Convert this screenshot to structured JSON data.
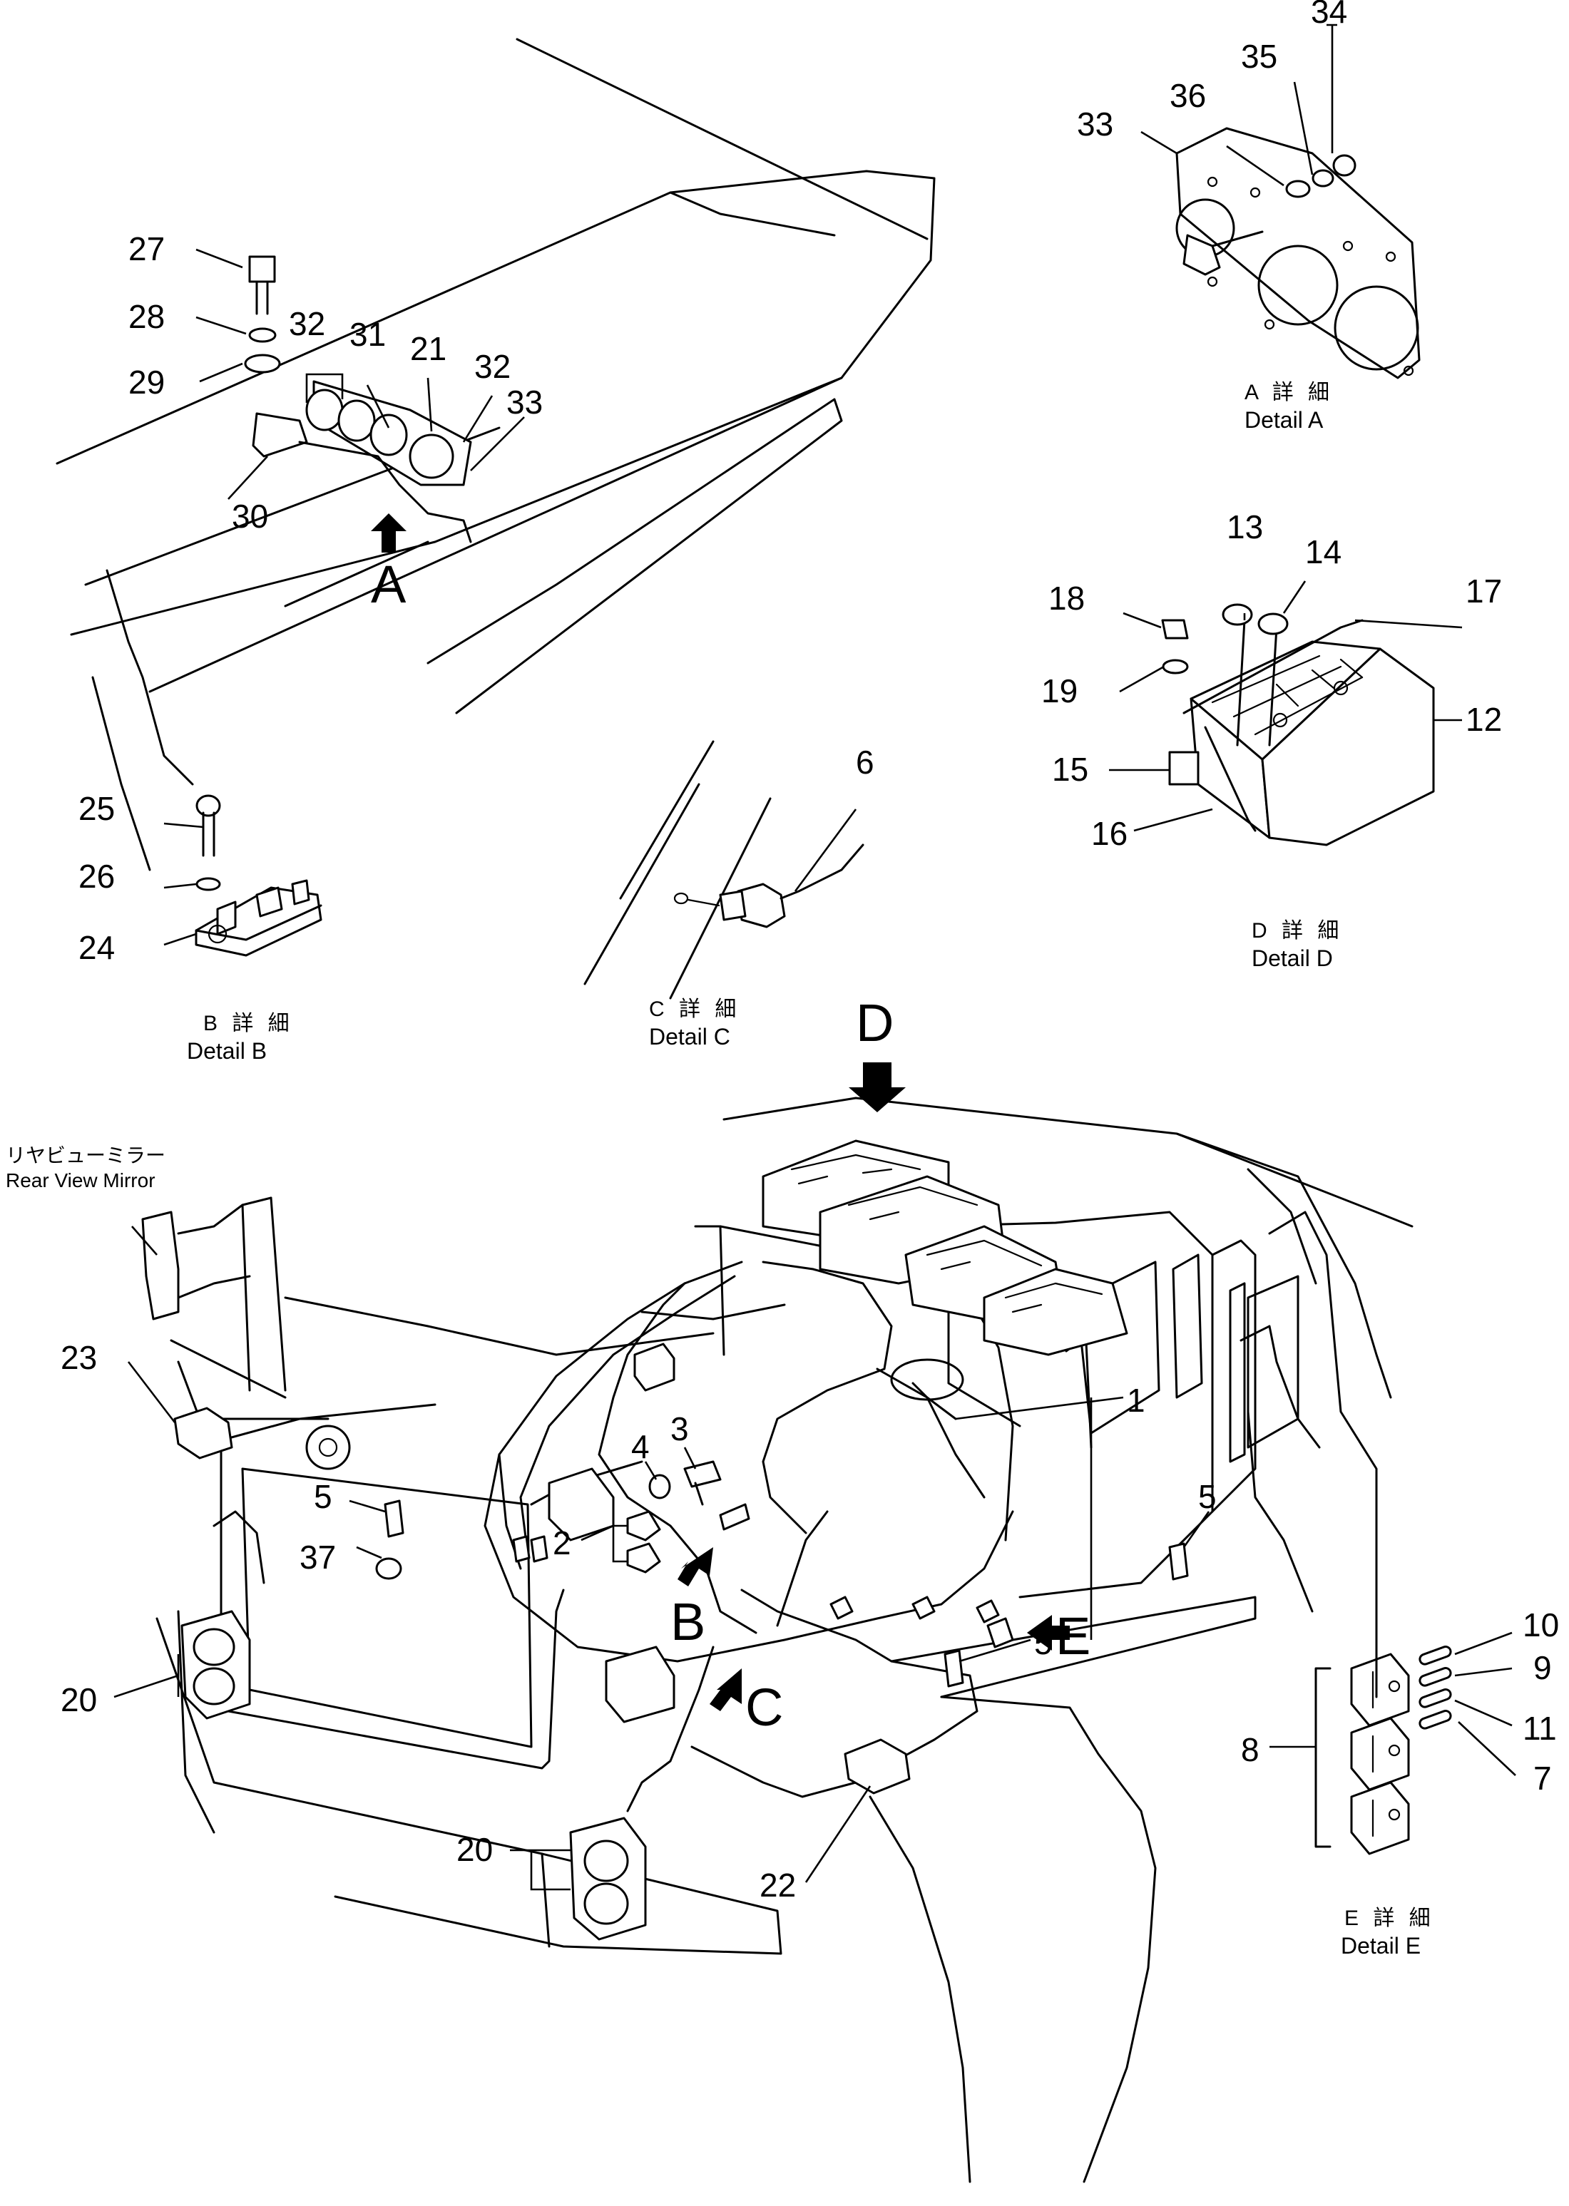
{
  "details": {
    "a": {
      "jp": "A 詳 細",
      "en": "Detail A"
    },
    "b": {
      "jp": "B 詳 細",
      "en": "Detail B"
    },
    "c": {
      "jp": "C 詳 細",
      "en": "Detail C"
    },
    "d": {
      "jp": "D 詳 細",
      "en": "Detail D"
    },
    "e": {
      "jp": "E 詳 細",
      "en": "Detail E"
    }
  },
  "mirror": {
    "jp": "リヤビューミラー",
    "en": "Rear View Mirror"
  },
  "view_letters": {
    "a": "A",
    "b": "B",
    "c": "C",
    "d": "D",
    "e": "E"
  },
  "callouts": {
    "p1": "1",
    "p2": "2",
    "p3": "3",
    "p4": "4",
    "p5a": "5",
    "p5b": "5",
    "p5c": "5",
    "p6": "6",
    "p7": "7",
    "p8": "8",
    "p9": "9",
    "p10": "10",
    "p11": "11",
    "p12": "12",
    "p13": "13",
    "p14": "14",
    "p15": "15",
    "p16": "16",
    "p17": "17",
    "p18": "18",
    "p19": "19",
    "p20a": "20",
    "p20b": "20",
    "p21": "21",
    "p22": "22",
    "p23": "23",
    "p24": "24",
    "p25": "25",
    "p26": "26",
    "p27": "27",
    "p28": "28",
    "p29": "29",
    "p30": "30",
    "p31": "31",
    "p32a": "32",
    "p32b": "32",
    "p33a": "33",
    "p33b": "33",
    "p34": "34",
    "p35": "35",
    "p36": "36",
    "p37": "37"
  }
}
